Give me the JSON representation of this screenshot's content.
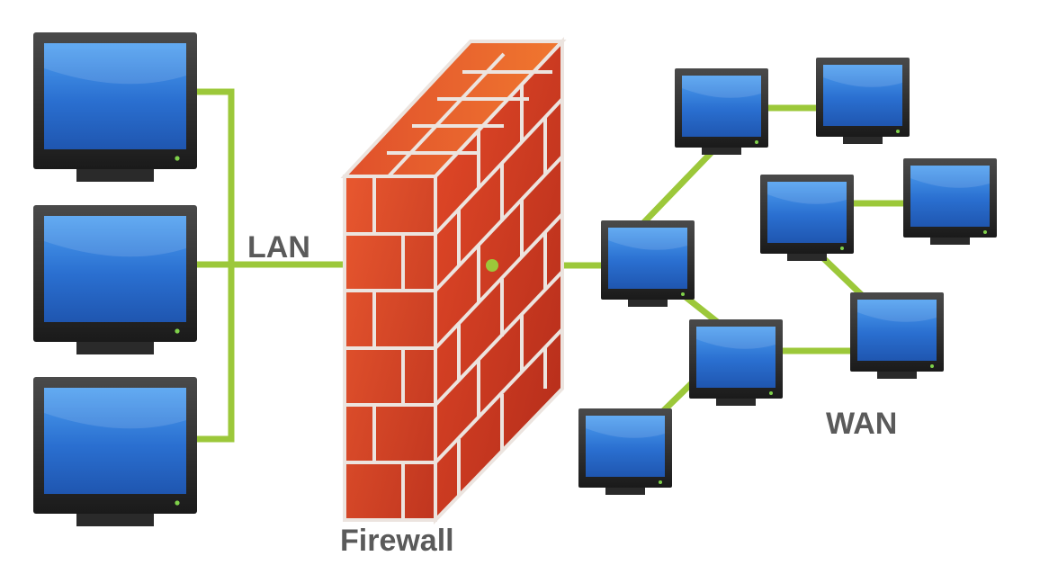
{
  "labels": {
    "lan": "LAN",
    "firewall": "Firewall",
    "wan": "WAN"
  },
  "colors": {
    "link": "#9cc83a",
    "brick": "#d9442a",
    "brick_dark": "#a82a1b",
    "mortar": "#e8e0dc",
    "screen": "#2a6fd0",
    "bezel": "#2b2b2b",
    "power_led": "#7fd14a",
    "label": "#5a5a5a"
  },
  "nodes": {
    "lan_computers": [
      "lan-computer-1",
      "lan-computer-2",
      "lan-computer-3"
    ],
    "wan_computers": [
      "wan-computer-1",
      "wan-computer-2",
      "wan-computer-3",
      "wan-computer-4",
      "wan-computer-5",
      "wan-computer-6",
      "wan-computer-7",
      "wan-computer-8"
    ]
  }
}
